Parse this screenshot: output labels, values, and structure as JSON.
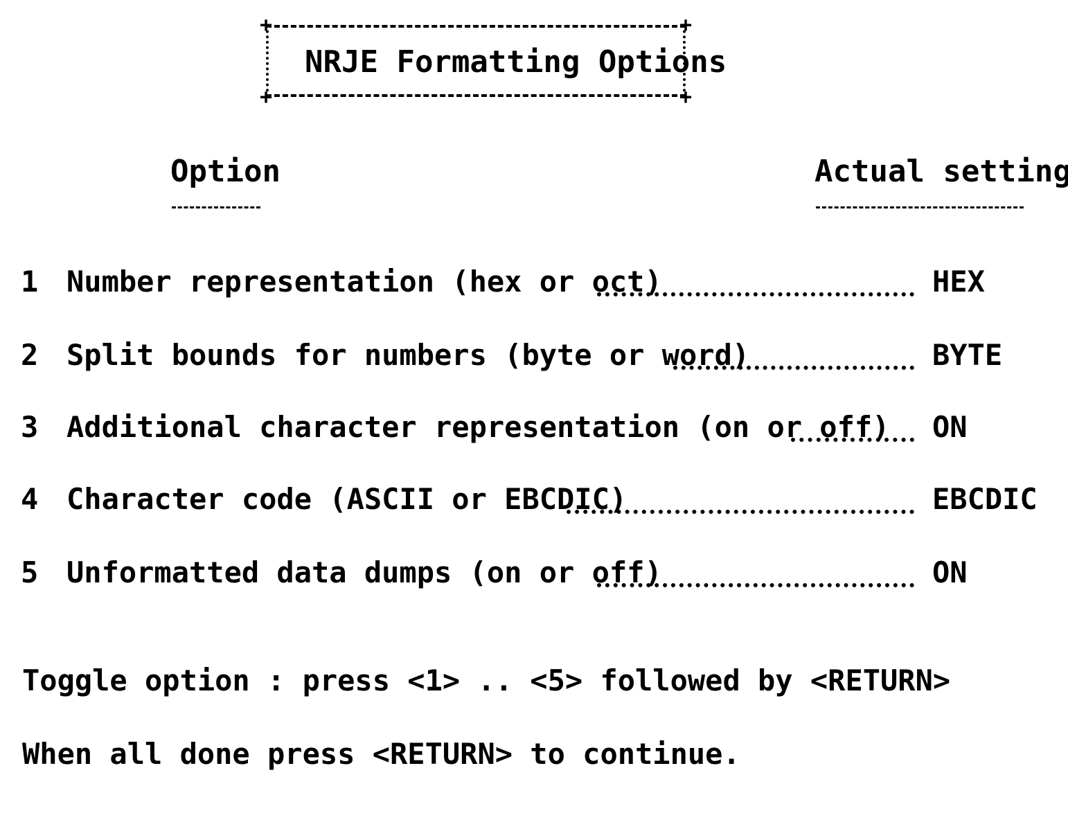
{
  "title": "NRJE Formatting Options",
  "headers": {
    "option": "Option",
    "setting": "Actual setting"
  },
  "options": [
    {
      "number": "1",
      "label": "Number representation (hex or oct)",
      "value": "HEX"
    },
    {
      "number": "2",
      "label": "Split bounds for numbers (byte or word)",
      "value": "BYTE"
    },
    {
      "number": "3",
      "label": "Additional character representation (on or off)",
      "value": "ON"
    },
    {
      "number": "4",
      "label": "Character code (ASCII or EBCDIC)",
      "value": "EBCDIC"
    },
    {
      "number": "5",
      "label": "Unformatted data dumps (on or off)",
      "value": "ON"
    }
  ],
  "instructions": {
    "toggle": "Toggle option : press <1> .. <5> followed by <RETURN>",
    "done": "When all done press <RETURN> to continue."
  }
}
